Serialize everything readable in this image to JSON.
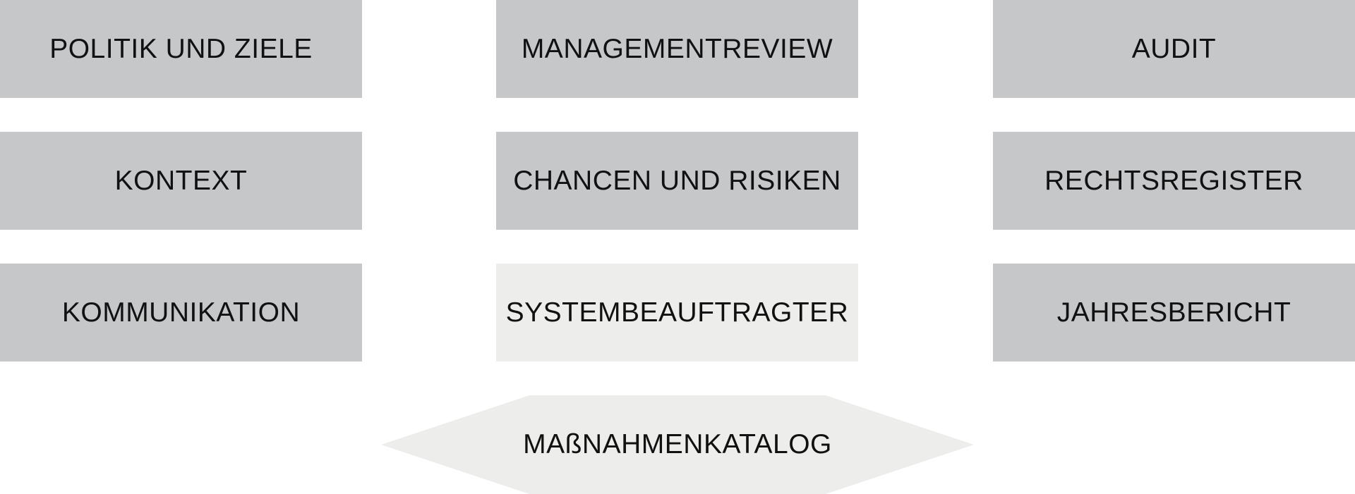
{
  "colors": {
    "tile_gray": "#c6c7c9",
    "tile_light": "#ededec",
    "hexagon_fill": "#ededec",
    "text": "#111111",
    "background": "#ffffff"
  },
  "tiles": [
    {
      "label": "POLITIK UND ZIELE",
      "style": "gray"
    },
    {
      "label": "MANAGEMENTREVIEW",
      "style": "gray"
    },
    {
      "label": "AUDIT",
      "style": "gray"
    },
    {
      "label": "KONTEXT",
      "style": "gray"
    },
    {
      "label": "CHANCEN UND RISIKEN",
      "style": "gray"
    },
    {
      "label": "RECHTSREGISTER",
      "style": "gray"
    },
    {
      "label": "KOMMUNIKATION",
      "style": "gray"
    },
    {
      "label": "SYSTEMBEAUFTRAGTER",
      "style": "light"
    },
    {
      "label": "JAHRESBERICHT",
      "style": "gray"
    }
  ],
  "hexagon": {
    "label": "MAßNAHMENKATALOG"
  }
}
